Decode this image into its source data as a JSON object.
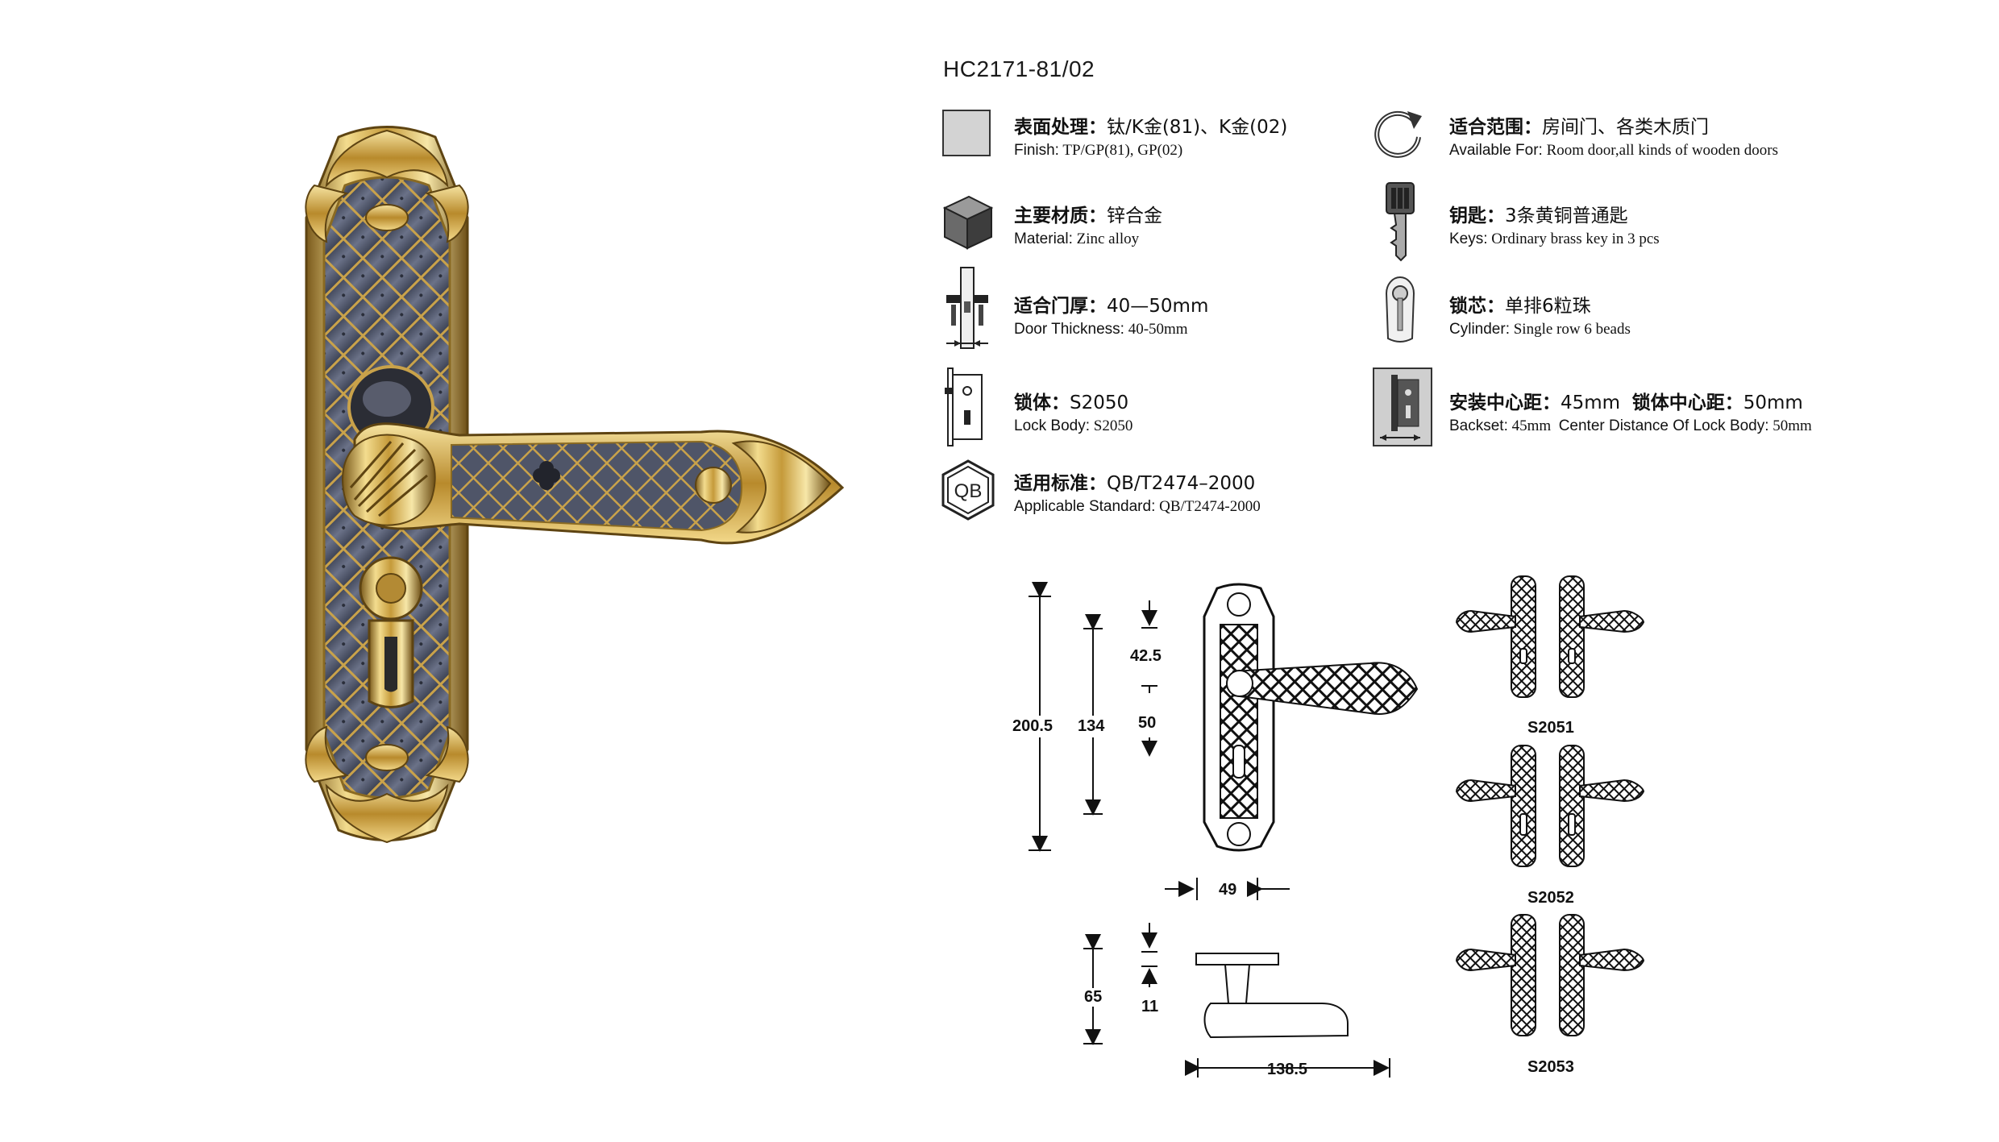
{
  "model": "HC2171-81/02",
  "specs": {
    "finish": {
      "zh_label": "表面处理：",
      "zh_value": "钛/K金(81)、K金(02)",
      "en_label": "Finish:",
      "en_value": "TP/GP(81), GP(02)"
    },
    "material": {
      "zh_label": "主要材质：",
      "zh_value": "锌合金",
      "en_label": "Material:",
      "en_value": "Zinc alloy"
    },
    "door_thickness": {
      "zh_label": "适合门厚：",
      "zh_value": "40—50mm",
      "en_label": "Door Thickness:",
      "en_value": "40-50mm"
    },
    "lock_body": {
      "zh_label": "锁体：",
      "zh_value": "S2050",
      "en_label": "Lock Body:",
      "en_value": "S2050"
    },
    "standard": {
      "zh_label": "适用标准：",
      "zh_value": "QB/T2474–2000",
      "en_label": "Applicable Standard:",
      "en_value": "QB/T2474-2000"
    },
    "available_for": {
      "zh_label": "适合范围：",
      "zh_value": "房间门、各类木质门",
      "en_label": "Available For:",
      "en_value": "Room door,all kinds of wooden doors"
    },
    "keys": {
      "zh_label": "钥匙：",
      "zh_value": "3条黄铜普通匙",
      "en_label": "Keys:",
      "en_value": "Ordinary brass key in 3 pcs"
    },
    "cylinder": {
      "zh_label": "锁芯：",
      "zh_value": "单排6粒珠",
      "en_label": "Cylinder:",
      "en_value": "Single row 6 beads"
    },
    "backset": {
      "zh_label": "安装中心距：",
      "zh_value": "45mm",
      "zh_label2": "锁体中心距：",
      "zh_value2": "50mm",
      "en_label": "Backset:",
      "en_value": "45mm",
      "en_label2": "Center Distance Of Lock Body:",
      "en_value2": "50mm"
    }
  },
  "icons": {
    "finish": "square-swatch-icon",
    "material": "cube-icon",
    "door_thickness": "door-thickness-icon",
    "lock_body": "lock-body-icon",
    "standard": "qb-standard-icon",
    "available_for": "rotate-arrow-icon",
    "keys": "key-icon",
    "cylinder": "cylinder-icon",
    "backset": "backset-icon",
    "qb_text": "QB"
  },
  "dimensions": {
    "total_height": "200.5",
    "hole_distance": "134",
    "top_to_handle": "42.5",
    "handle_to_keyhole": "50",
    "plate_width": "49",
    "projection": "65",
    "rose_thickness": "11",
    "handle_length": "138.5"
  },
  "variants": [
    "S2051",
    "S2052",
    "S2053"
  ],
  "colors": {
    "gold": "#d4b15a",
    "dark_gold": "#8a6a22",
    "plate_blue": "#5a6173",
    "ink": "#111111"
  }
}
